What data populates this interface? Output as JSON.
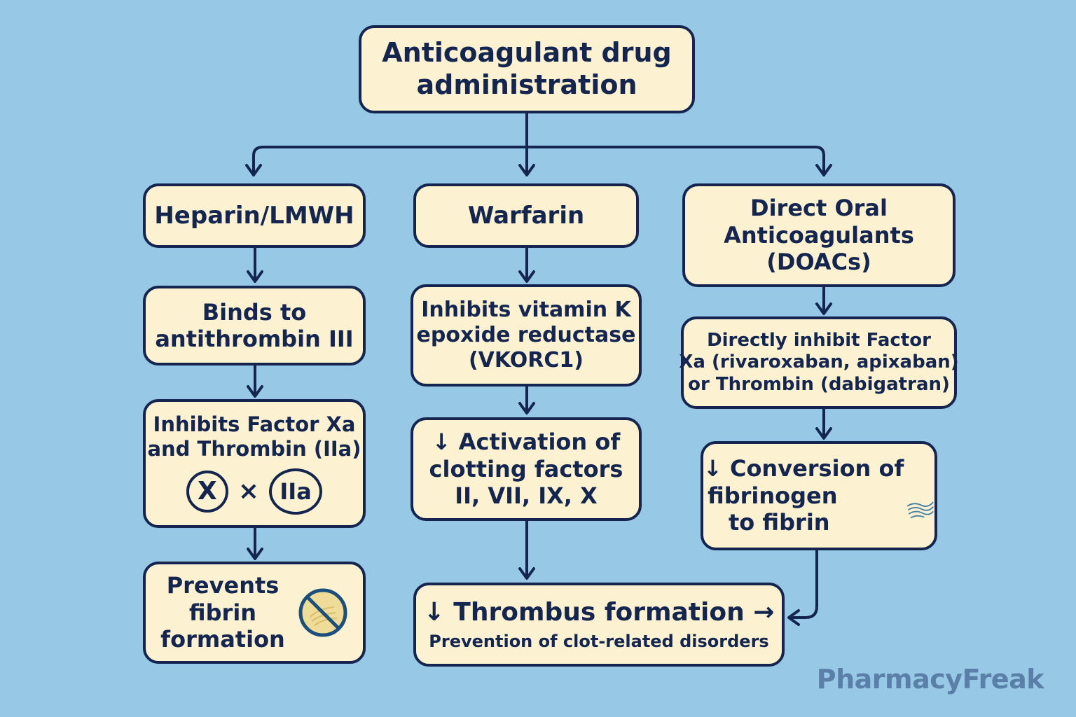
{
  "colors": {
    "background": "#97c9e6",
    "box_fill": "#fcf2d2",
    "stroke": "#14264f",
    "watermark": "#5a7fa8"
  },
  "title": [
    "Anticoagulant drug",
    "administration"
  ],
  "heparin": {
    "name": "Heparin/LMWH",
    "step1": [
      "Binds to",
      "antithrombin III"
    ],
    "step2": [
      "Inhibits Factor Xa",
      "and Thrombin (IIa)"
    ],
    "factor_x_symbol": "X",
    "times_symbol": "×",
    "factor_iia_symbol": "IIa",
    "step3": [
      "Prevents",
      "fibrin",
      "formation"
    ],
    "step3_icon": "prohibited-fibrin-icon"
  },
  "warfarin": {
    "name": "Warfarin",
    "step1": [
      "Inhibits vitamin K",
      "epoxide reductase",
      "(VKORC1)"
    ],
    "step2": [
      "↓ Activation of",
      "clotting factors",
      "II, VII, IX, X"
    ]
  },
  "doacs": {
    "name": [
      "Direct Oral",
      "Anticoagulants",
      "(DOACs)"
    ],
    "step1": [
      "Directly inhibit Factor",
      "Xa (rivaroxaban, apixaban)",
      "or Thrombin (dabigatran)"
    ],
    "step2": [
      "↓ Conversion of",
      "fibrinogen",
      "to fibrin"
    ],
    "step2_icon": "fibrin-strands-icon"
  },
  "outcome": {
    "main": "↓ Thrombus formation →",
    "sub": "Prevention of clot-related disorders"
  },
  "watermark": "PharmacyFreak"
}
